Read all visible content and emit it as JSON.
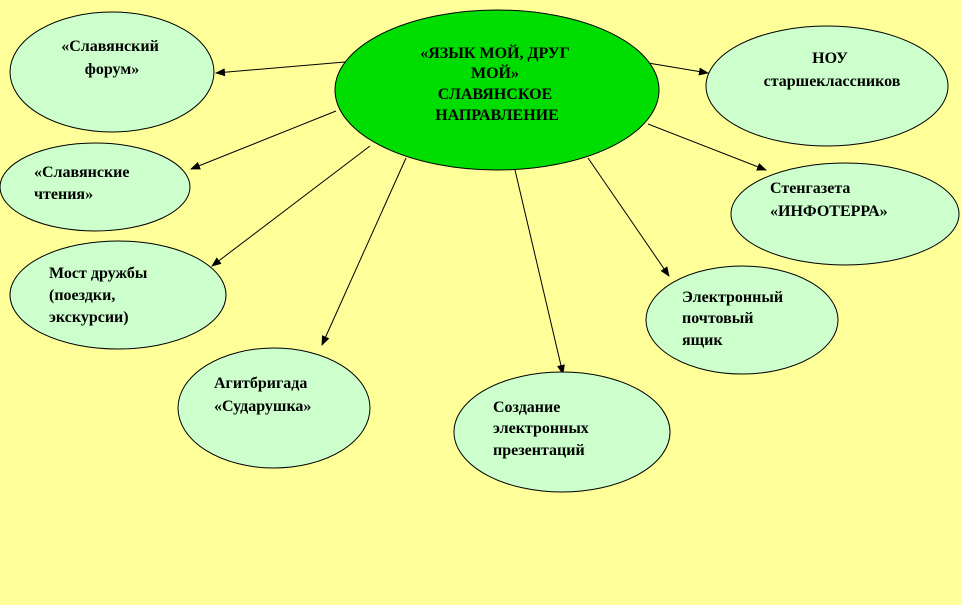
{
  "colors": {
    "background": "#FFFF99",
    "center_fill": "#00DD00",
    "node_fill": "#CCFFCC",
    "stroke": "#000000"
  },
  "center": {
    "lines": [
      "«ЯЗЫК МОЙ, ДРУГ",
      "МОЙ»",
      "СЛАВЯНСКОЕ",
      "НАПРАВЛЕНИЕ"
    ]
  },
  "nodes": [
    {
      "id": "slavic-forum",
      "lines": [
        "«Славянский",
        "форум»"
      ]
    },
    {
      "id": "slavic-readings",
      "lines": [
        "«Славянские",
        "чтения»"
      ]
    },
    {
      "id": "friendship-bridge",
      "lines": [
        "Мост дружбы",
        "(поездки,",
        "экскурсии)"
      ]
    },
    {
      "id": "agitbrigade",
      "lines": [
        "Агитбригада",
        "«Сударушка»"
      ]
    },
    {
      "id": "presentations",
      "lines": [
        "Создание",
        "электронных",
        "презентаций"
      ]
    },
    {
      "id": "email-box",
      "lines": [
        "Электронный",
        "почтовый",
        "ящик"
      ]
    },
    {
      "id": "wall-newspaper",
      "lines": [
        "Стенгазета",
        "«ИНФОТЕРРА»"
      ]
    },
    {
      "id": "nou",
      "lines": [
        "НОУ",
        "старшеклассников"
      ]
    }
  ]
}
